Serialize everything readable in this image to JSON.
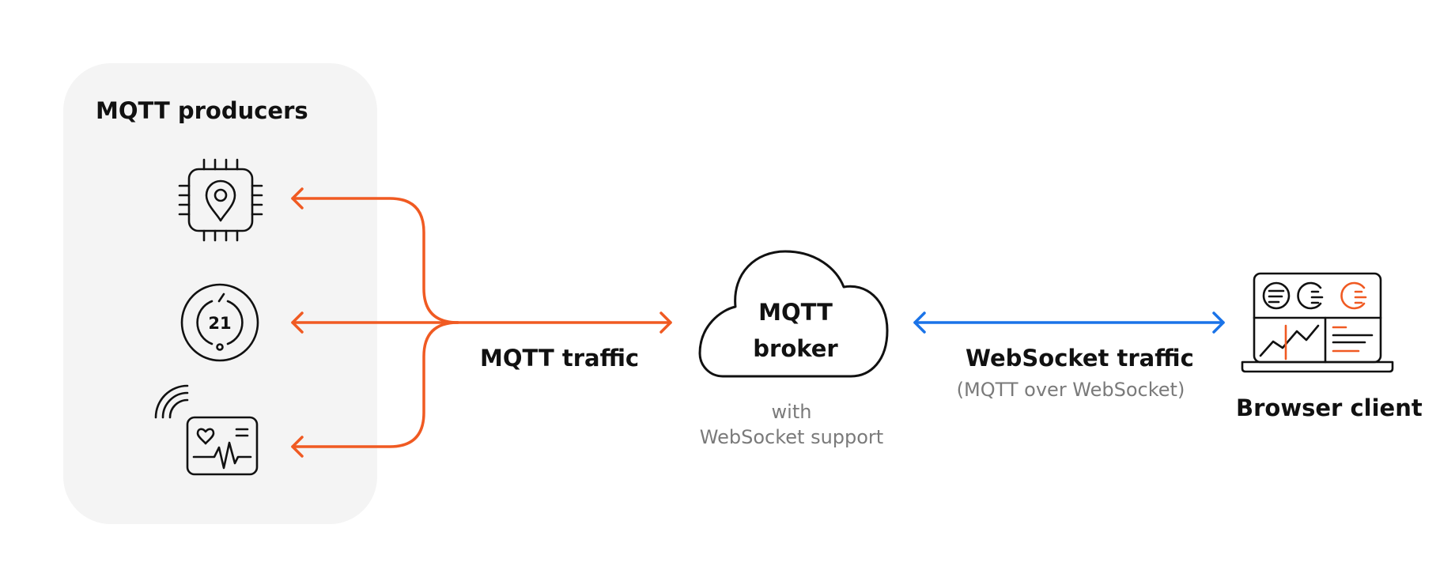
{
  "producers": {
    "title": "MQTT producers",
    "devices": [
      {
        "icon": "gps-chip-icon"
      },
      {
        "icon": "thermostat-icon",
        "value": "21"
      },
      {
        "icon": "health-monitor-icon"
      }
    ]
  },
  "links": {
    "mqtt_traffic": "MQTT traffic",
    "websocket_traffic": "WebSocket traffic",
    "websocket_traffic_note": "(MQTT over WebSocket)"
  },
  "broker": {
    "name_line1": "MQTT",
    "name_line2": "broker",
    "note_line1": "with",
    "note_line2": "WebSocket support"
  },
  "client": {
    "label": "Browser client",
    "icon": "dashboard-laptop-icon"
  },
  "colors": {
    "mqtt_link": "#f05a22",
    "websocket_link": "#1a73e8",
    "outline": "#111111",
    "panel": "#f4f4f4",
    "note_text": "#7a7a7a"
  }
}
